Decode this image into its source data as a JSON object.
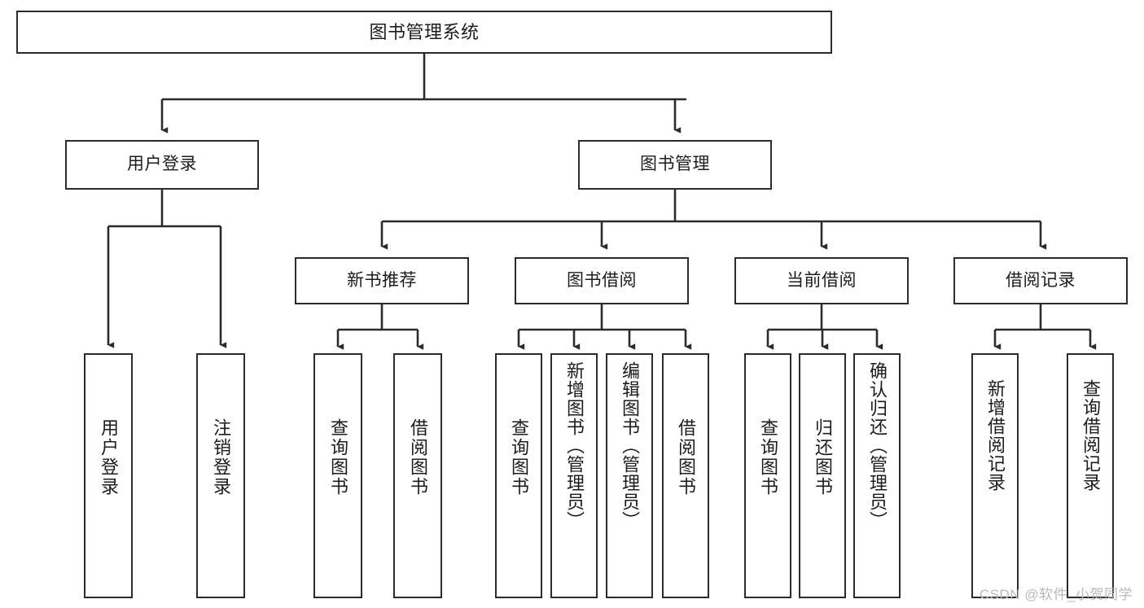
{
  "diagram": {
    "title": "图书管理系统",
    "type": "tree-hierarchy",
    "watermark": "CSDN @软件_小贺同学",
    "colors": {
      "box_border": "#2b2b2b",
      "box_fill": "#ffffff",
      "connector": "#2b2b2b",
      "text": "#1c1c1c",
      "watermark": "#b9b9b9",
      "background": "#ffffff"
    },
    "nodes": {
      "root": {
        "label": "图书管理系统"
      },
      "level2": [
        {
          "label": "用户登录"
        },
        {
          "label": "图书管理"
        }
      ],
      "level3": [
        {
          "label": "新书推荐"
        },
        {
          "label": "图书借阅"
        },
        {
          "label": "当前借阅"
        },
        {
          "label": "借阅记录"
        }
      ],
      "leaves": {
        "user_login": [
          {
            "label": "用户登录"
          },
          {
            "label": "注销登录"
          }
        ],
        "new_book_recommend": [
          {
            "label": "查询图书"
          },
          {
            "label": "借阅图书"
          }
        ],
        "book_borrow": [
          {
            "label": "查询图书"
          },
          {
            "label": "新增图书（管理员）"
          },
          {
            "label": "编辑图书（管理员）"
          },
          {
            "label": "借阅图书"
          }
        ],
        "current_borrow": [
          {
            "label": "查询图书"
          },
          {
            "label": "归还图书"
          },
          {
            "label": "确认归还（管理员）"
          }
        ],
        "borrow_record": [
          {
            "label": "新增借阅记录"
          },
          {
            "label": "查询借阅记录"
          }
        ]
      }
    }
  }
}
